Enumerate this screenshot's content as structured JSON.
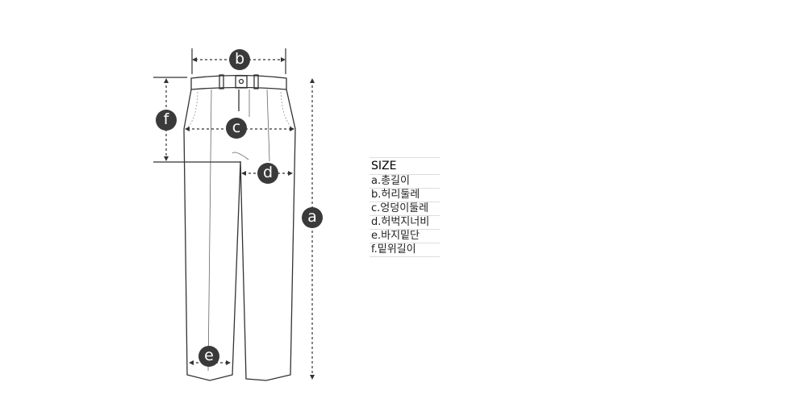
{
  "markers": {
    "a": "a",
    "b": "b",
    "c": "c",
    "d": "d",
    "e": "e",
    "f": "f"
  },
  "legend": {
    "title": "SIZE",
    "items": [
      "a.총길이",
      "b.허리둘레",
      "c.엉덩이둘레",
      "d.허벅지너비",
      "e.바지밑단",
      "f.밑위길이"
    ]
  },
  "colors": {
    "line": "#333333",
    "marker": "#3a3a3a"
  }
}
